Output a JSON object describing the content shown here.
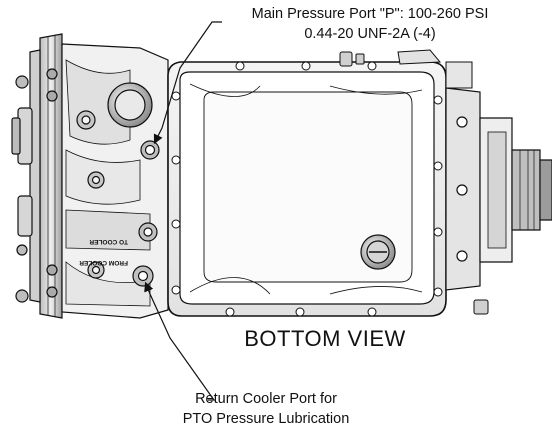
{
  "callouts": {
    "main_pressure_port": {
      "line1": "Main Pressure Port \"P\": 100-260 PSI",
      "line2": "0.44-20 UNF-2A (-4)"
    },
    "return_cooler_port": {
      "line1": "Return Cooler Port for",
      "line2": "PTO Pressure Lubrication"
    }
  },
  "view_label": "BOTTOM VIEW",
  "casting_text": {
    "to_cooler": "TO COOLER",
    "from_cooler": "FROM COOLER"
  },
  "colors": {
    "line": "#111111",
    "shade_light": "#d9d9d9",
    "shade_dark": "#9a9a9a",
    "background": "#ffffff"
  }
}
